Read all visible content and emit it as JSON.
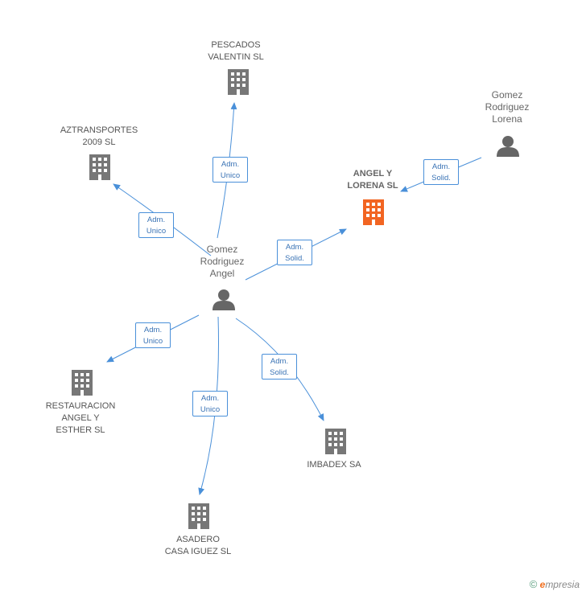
{
  "colors": {
    "edge": "#4a90d9",
    "building": "#777777",
    "building_main": "#f26522",
    "person": "#666666"
  },
  "nodes": {
    "pescados": {
      "label": "PESCADOS\nVALENTIN SL",
      "icon": "building-icon"
    },
    "aztransportes": {
      "label": "AZTRANSPORTES\n2009 SL",
      "icon": "building-icon"
    },
    "angel_lorena": {
      "label": "ANGEL Y\nLORENA SL",
      "icon": "building-icon"
    },
    "gomez_lorena": {
      "label": "Gomez\nRodriguez\nLorena",
      "icon": "person-icon"
    },
    "gomez_angel": {
      "label": "Gomez\nRodriguez\nAngel",
      "icon": "person-icon"
    },
    "restauracion": {
      "label": "RESTAURACION\nANGEL Y\nESTHER SL",
      "icon": "building-icon"
    },
    "imbadex": {
      "label": "IMBADEX SA",
      "icon": "building-icon"
    },
    "asadero": {
      "label": "ASADERO\nCASA IGUEZ SL",
      "icon": "building-icon"
    }
  },
  "edges": {
    "to_pescados": "Adm.\nUnico",
    "to_aztransportes": "Adm.\nUnico",
    "to_angel_lorena": "Adm.\nSolid.",
    "lorena_to_angel_lorena": "Adm.\nSolid.",
    "to_restauracion": "Adm.\nUnico",
    "to_imbadex": "Adm.\nSolid.",
    "to_asadero": "Adm.\nUnico"
  },
  "footer": {
    "copyright": "©",
    "brand_initial": "e",
    "brand_rest": "mpresia"
  }
}
